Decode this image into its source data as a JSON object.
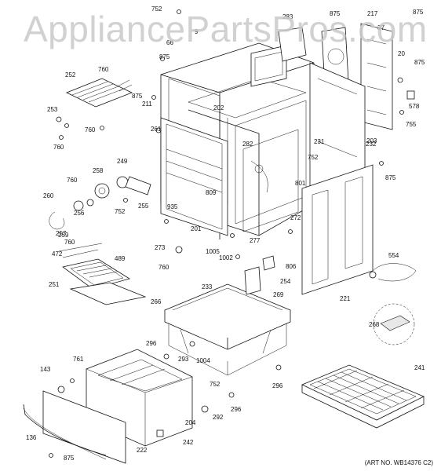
{
  "watermark": "AppliancePartsPros.com",
  "art_number": "(ART NO. WB14376 C2)",
  "part_labels": [
    "752",
    "875",
    "875",
    "283",
    "217",
    "37",
    "9",
    "66",
    "875",
    "20",
    "875",
    "252",
    "760",
    "211",
    "875",
    "578",
    "253",
    "760",
    "202",
    "261",
    "755",
    "760",
    "203",
    "231",
    "232",
    "282",
    "752",
    "249",
    "258",
    "760",
    "801",
    "875",
    "260",
    "256",
    "257",
    "752",
    "255",
    "809",
    "935",
    "272",
    "259",
    "201",
    "760",
    "472",
    "273",
    "1005",
    "277",
    "489",
    "1002",
    "806",
    "554",
    "251",
    "760",
    "254",
    "233",
    "269",
    "221",
    "266",
    "268",
    "296",
    "293",
    "1004",
    "143",
    "761",
    "296",
    "241",
    "752",
    "204",
    "292",
    "296",
    "136",
    "242",
    "875",
    "222"
  ]
}
